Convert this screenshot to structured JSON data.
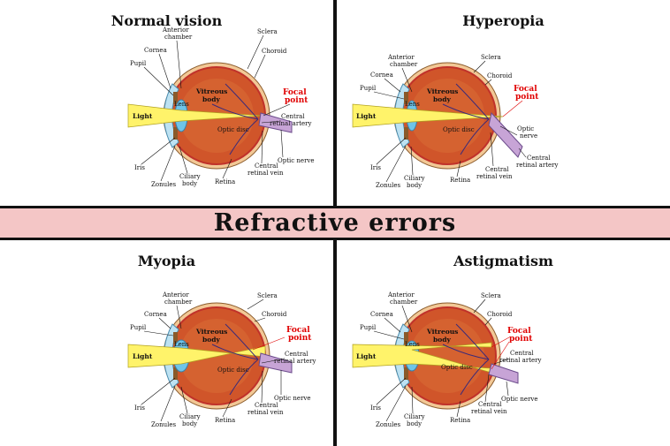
{
  "banner": {
    "title": "Refractive errors"
  },
  "labels": {
    "sclera": "Sclera",
    "choroid": "Choroid",
    "anterior_chamber_1": "Anterior",
    "anterior_chamber_2": "chamber",
    "cornea": "Cornea",
    "pupil": "Pupil",
    "light": "Light",
    "lens": "Lens",
    "vitreous_1": "Vitreous",
    "vitreous_2": "body",
    "focal_1": "Focal",
    "focal_2": "point",
    "optic_disc": "Optic disc",
    "central_artery_1": "Central",
    "central_artery_2": "retinal artery",
    "iris": "Iris",
    "zonules": "Zonules",
    "ciliary_1": "Ciliary",
    "ciliary_2": "body",
    "retina": "Retina",
    "central_vein_1": "Central",
    "central_vein_2": "retinal vein",
    "optic_nerve": "Optic nerve",
    "optic_nerve_1": "Optic",
    "optic_nerve_2": "nerve"
  },
  "panels": [
    {
      "title": "Normal vision"
    },
    {
      "title": "Hyperopia"
    },
    {
      "title": "Myopia"
    },
    {
      "title": "Astigmatism"
    }
  ],
  "colors": {
    "eye_fill": "#d0552a",
    "sclera": "#f2c896",
    "choroid_line": "#c0322a",
    "cornea": "#bde2f2",
    "lens": "#6fc4e8",
    "light_beam": "#fff36a",
    "focal_text": "#e00000",
    "optic_nerve": "#c7a4d6",
    "banner_bg": "#f4c6c6"
  }
}
